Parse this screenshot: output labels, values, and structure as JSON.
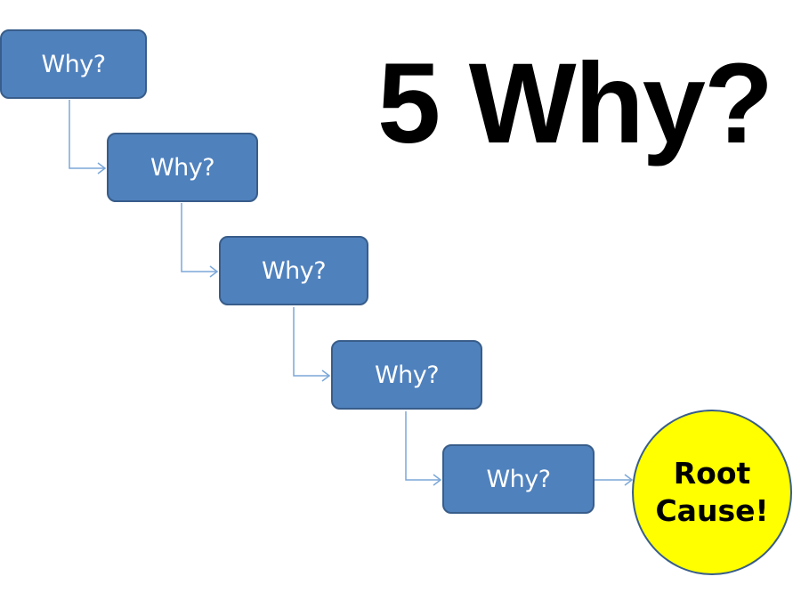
{
  "title": "5 Why?",
  "steps": [
    {
      "label": "Why?"
    },
    {
      "label": "Why?"
    },
    {
      "label": "Why?"
    },
    {
      "label": "Why?"
    },
    {
      "label": "Why?"
    }
  ],
  "root_cause": {
    "line1": "Root",
    "line2": "Cause!"
  },
  "colors": {
    "box_fill": "#4f81bd",
    "box_border": "#385d8a",
    "connector": "#7ba7d9",
    "root_fill": "#ffff00",
    "title": "#000000"
  }
}
